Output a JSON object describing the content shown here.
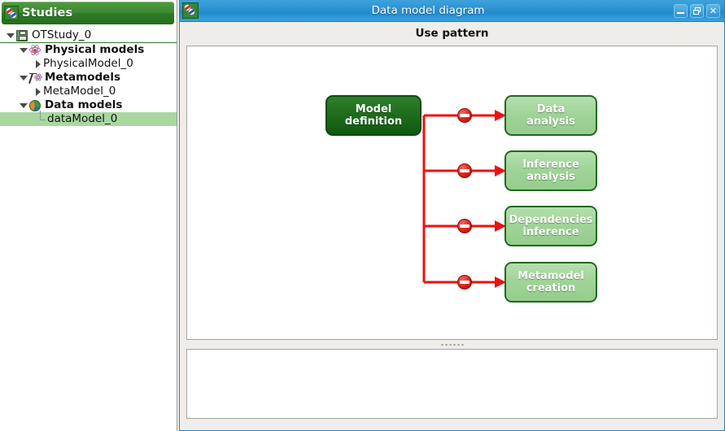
{
  "studies_dock": {
    "header": {
      "title": "Studies",
      "icon": "billiard-balls-icon"
    },
    "tree": [
      {
        "label": "OTStudy_0",
        "icon": "save-floppy-icon",
        "indent": 0,
        "twisty": "open",
        "bold": false,
        "selected": false
      },
      {
        "label": "Physical models",
        "icon": "atom-icon",
        "indent": 1,
        "twisty": "open",
        "bold": true,
        "selected": false
      },
      {
        "label": "PhysicalModel_0",
        "icon": "none",
        "indent": 2,
        "twisty": "closed",
        "bold": false,
        "selected": false
      },
      {
        "label": "Metamodels",
        "icon": "function-atom-icon",
        "indent": 1,
        "twisty": "open",
        "bold": true,
        "selected": false
      },
      {
        "label": "MetaModel_0",
        "icon": "none",
        "indent": 2,
        "twisty": "closed",
        "bold": false,
        "selected": false
      },
      {
        "label": "Data models",
        "icon": "pie-chart-icon",
        "indent": 1,
        "twisty": "open",
        "bold": true,
        "selected": false
      },
      {
        "label": "dataModel_0",
        "icon": "branch",
        "indent": 2,
        "twisty": "none",
        "bold": false,
        "selected": true
      }
    ]
  },
  "window": {
    "title": "Data model diagram",
    "icon": "billiard-balls-icon",
    "buttons": {
      "minimize": "minimize-button",
      "maximize": "restore-button",
      "close": "close-button",
      "close_glyph": "✕"
    }
  },
  "diagram": {
    "heading": "Use pattern",
    "source_node": {
      "label": "Model\ndefinition"
    },
    "target_nodes": [
      {
        "label": "Data\nanalysis",
        "blocked": true
      },
      {
        "label": "Inference\nanalysis",
        "blocked": true
      },
      {
        "label": "Dependencies\ninference",
        "blocked": true
      },
      {
        "label": "Metamodel\ncreation",
        "blocked": true
      }
    ],
    "colors": {
      "connector": "#ee1111",
      "source_fill": "#1e6b1c",
      "target_fill": "#9fd397",
      "node_border": "#1f6a1f",
      "blocker": "#e02018"
    }
  }
}
